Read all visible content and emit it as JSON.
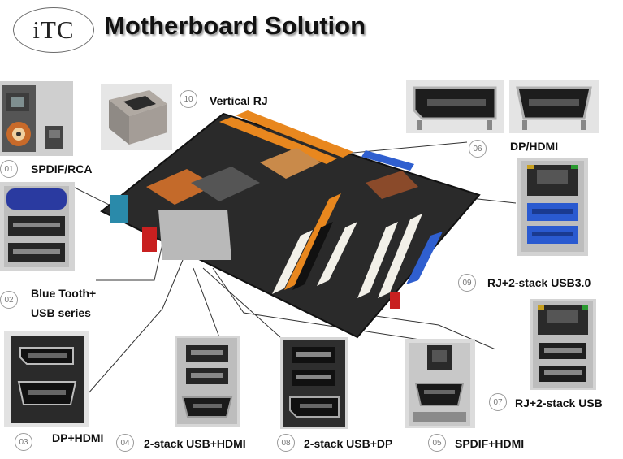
{
  "header": {
    "logo_text": "iTC",
    "title": "Motherboard Solution"
  },
  "connectors": [
    {
      "num": "01",
      "label": "SPDIF/RCA"
    },
    {
      "num": "02",
      "label_line1": "Blue Tooth+",
      "label_line2": "USB series"
    },
    {
      "num": "03",
      "label": "DP+HDMI"
    },
    {
      "num": "04",
      "label": "2-stack USB+HDMI"
    },
    {
      "num": "05",
      "label": "SPDIF+HDMI"
    },
    {
      "num": "06",
      "label": "DP/HDMI"
    },
    {
      "num": "07",
      "label": "RJ+2-stack USB"
    },
    {
      "num": "08",
      "label": "2-stack USB+DP"
    },
    {
      "num": "09",
      "label": "RJ+2-stack USB3.0"
    },
    {
      "num": "10",
      "label": "Vertical RJ"
    }
  ],
  "colors": {
    "board": "#2a2a2a",
    "heatsink": "#c46a2a",
    "slot_orange": "#e8871e",
    "slot_white": "#f2f0e8",
    "slot_blue": "#2f5fcf",
    "metal": "#b9b9b9"
  }
}
